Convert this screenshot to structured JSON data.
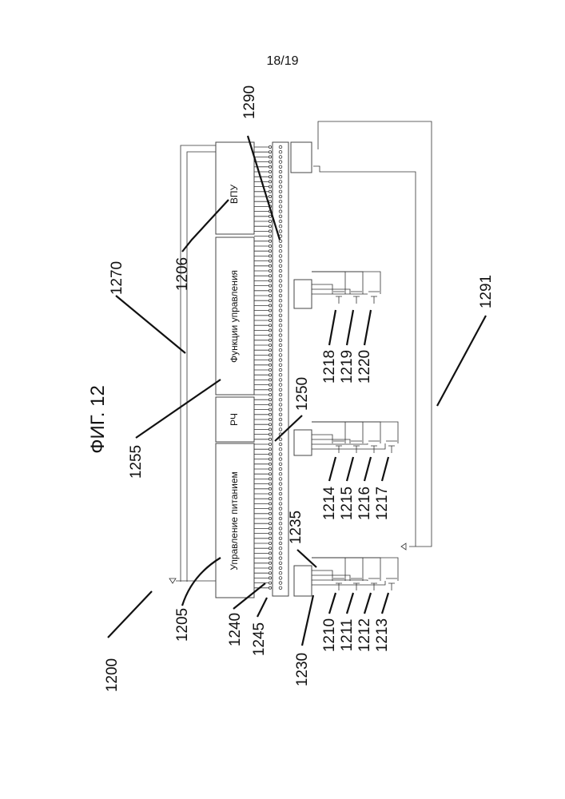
{
  "sheet": {
    "page_number": "18/19"
  },
  "figure": {
    "title": "ФИГ. 12"
  },
  "blocks": {
    "power": "Управление питанием",
    "rf": "РЧ",
    "control": "Функции управления",
    "vpu": "ВПУ"
  },
  "refs": {
    "r1200": "1200",
    "r1205": "1205",
    "r1206": "1206",
    "r1210": "1210",
    "r1211": "1211",
    "r1212": "1212",
    "r1213": "1213",
    "r1214": "1214",
    "r1215": "1215",
    "r1216": "1216",
    "r1217": "1217",
    "r1218": "1218",
    "r1219": "1219",
    "r1220": "1220",
    "r1230": "1230",
    "r1235": "1235",
    "r1240": "1240",
    "r1245": "1245",
    "r1250": "1250",
    "r1255": "1255",
    "r1270": "1270",
    "r1290": "1290",
    "r1291": "1291"
  }
}
